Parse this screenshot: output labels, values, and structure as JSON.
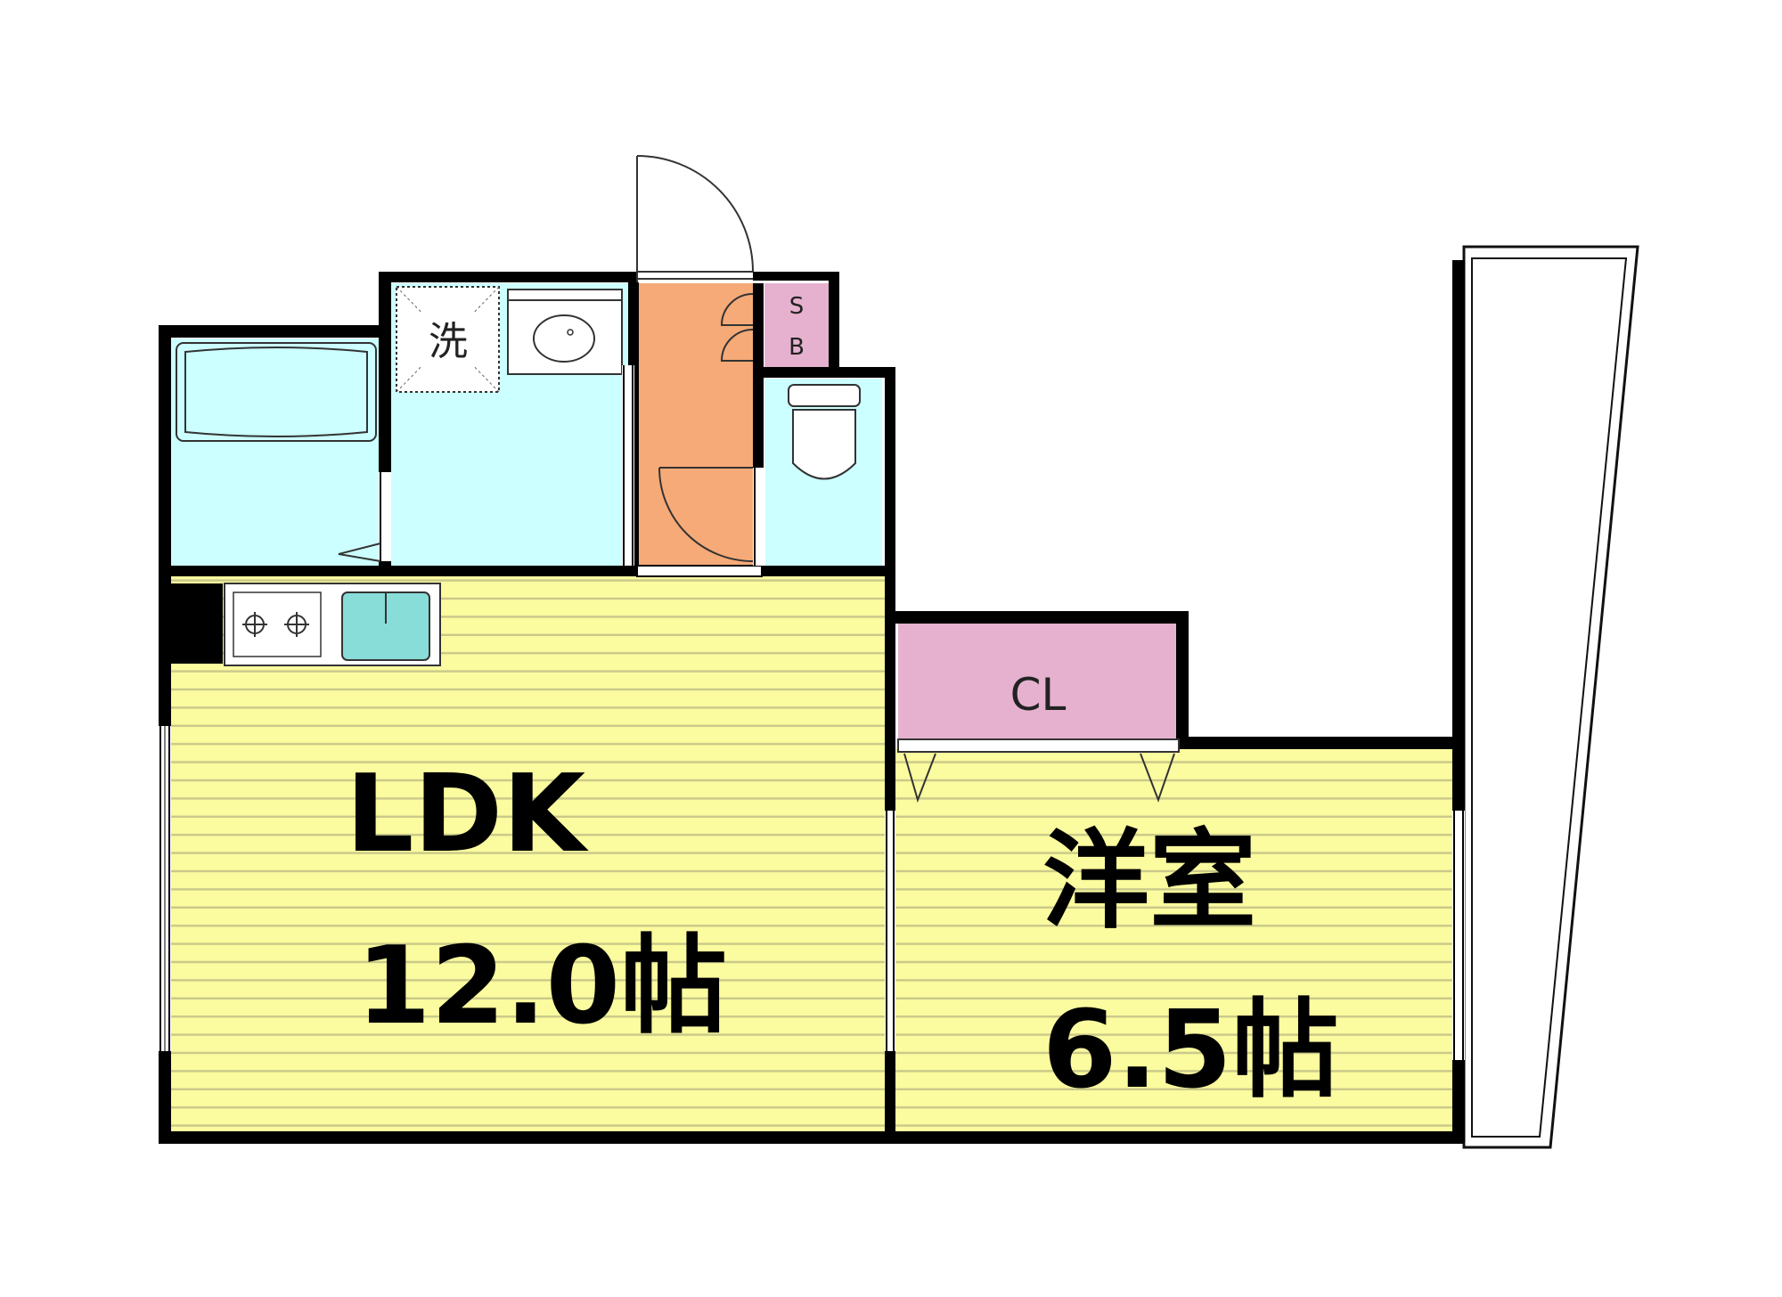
{
  "rooms": {
    "ldk": {
      "name": "LDK",
      "size": "12.0帖"
    },
    "western": {
      "name": "洋室",
      "size": "6.5帖"
    },
    "closet": {
      "label": "CL"
    },
    "shoe_box": {
      "line1": "S",
      "line2": "B"
    },
    "washer": {
      "label": "洗"
    }
  },
  "colors": {
    "floor_wood": "#fbfb9f",
    "floor_line": "#c9c98a",
    "wet_area": "#ccffff",
    "entrance": "#f5aa78",
    "storage": "#e6b1cf",
    "sink": "#88ddd8",
    "wall": "#000000"
  }
}
